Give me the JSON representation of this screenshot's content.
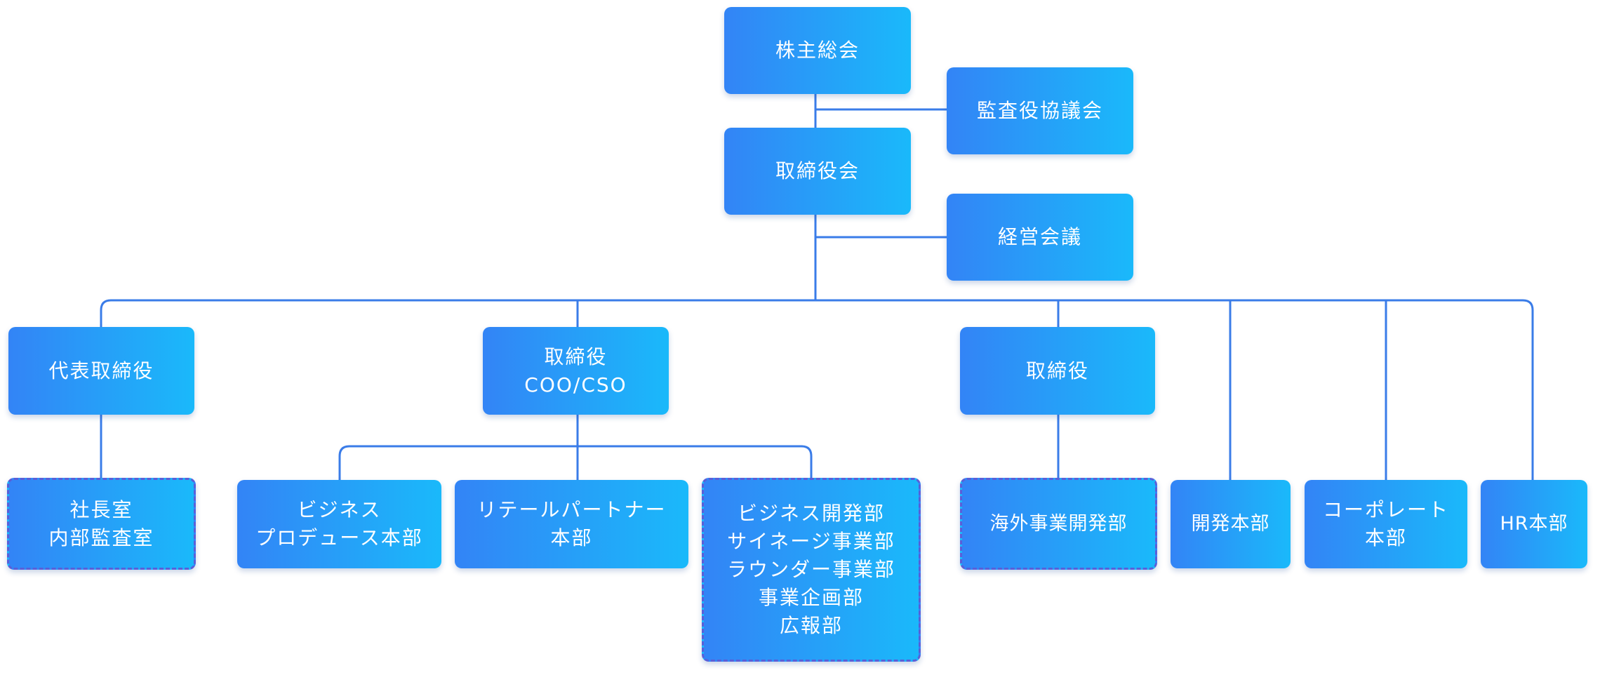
{
  "org": {
    "shareholders": "株主総会",
    "audit_council": "監査役協議会",
    "board": "取締役会",
    "management_meeting": "経営会議",
    "ceo": "代表取締役",
    "coo_title": "取締役",
    "coo_sub": "COO/CSO",
    "director": "取締役",
    "president_office_1": "社長室",
    "president_office_2": "内部監査室",
    "biz_produce_1": "ビジネス",
    "biz_produce_2": "プロデュース本部",
    "retail_partner_1": "リテールパートナー",
    "retail_partner_2": "本部",
    "multi_dept_1": "ビジネス開発部",
    "multi_dept_2": "サイネージ事業部",
    "multi_dept_3": "ラウンダー事業部",
    "multi_dept_4": "事業企画部",
    "multi_dept_5": "広報部",
    "overseas": "海外事業開発部",
    "development": "開発本部",
    "corporate_1": "コーポレート",
    "corporate_2": "本部",
    "hr": "HR本部"
  },
  "colors": {
    "connector": "#3a7ce8",
    "box_gradient_start": "#3384f6",
    "box_gradient_end": "#1ab9fa",
    "dashed_border": "#5a5fd8",
    "text": "#ffffff"
  }
}
